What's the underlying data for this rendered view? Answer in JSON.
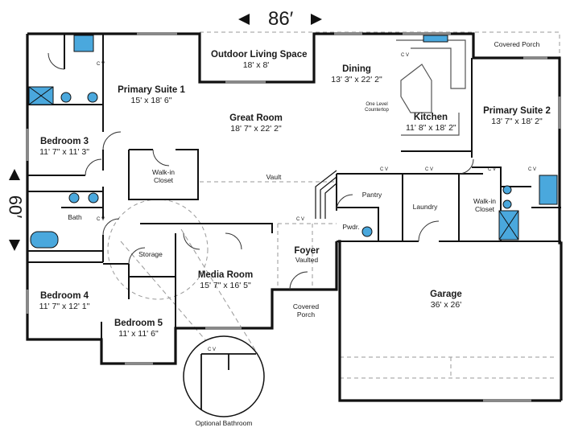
{
  "dimensions": {
    "width": "86′",
    "depth": "60′"
  },
  "rooms": {
    "outdoor_living": {
      "name": "Outdoor Living Space",
      "size": "18' x 8'"
    },
    "covered_porch_top": {
      "name": "Covered Porch"
    },
    "dining": {
      "name": "Dining",
      "size": "13' 3\" x 22' 2\""
    },
    "kitchen": {
      "name": "Kitchen",
      "size": "11' 8\" x 18' 2\""
    },
    "countertop_note": "One Level Countertop",
    "primary_suite_1": {
      "name": "Primary Suite 1",
      "size": "15' x 18' 6\""
    },
    "primary_suite_2": {
      "name": "Primary Suite 2",
      "size": "13' 7\" x 18' 2\""
    },
    "great_room": {
      "name": "Great Room",
      "size": "18' 7\" x 22' 2\""
    },
    "vault": "Vault",
    "walk_in_closet_1": {
      "name": "Walk-in",
      "name2": "Closet"
    },
    "walk_in_closet_2": {
      "name": "Walk-in",
      "name2": "Closet"
    },
    "bedroom_3": {
      "name": "Bedroom 3",
      "size": "11' 7\" x 11' 3\""
    },
    "bedroom_4": {
      "name": "Bedroom 4",
      "size": "11' 7\" x 12' 1\""
    },
    "bedroom_5": {
      "name": "Bedroom 5",
      "size": "11' x 11' 6\""
    },
    "bath": {
      "name": "Bath"
    },
    "storage": {
      "name": "Storage"
    },
    "media_room": {
      "name": "Media Room",
      "size": "15' 7\" x 16' 5\""
    },
    "foyer": {
      "name": "Foyer",
      "note": "Vaulted"
    },
    "covered_porch_front": {
      "name": "Covered",
      "name2": "Porch"
    },
    "pantry": {
      "name": "Pantry"
    },
    "laundry": {
      "name": "Laundry"
    },
    "powder": {
      "name": "Pwdr."
    },
    "garage": {
      "name": "Garage",
      "size": "36' x 26'"
    }
  },
  "optional_bathroom": "Optional Bathroom",
  "cv_marker": "C V"
}
